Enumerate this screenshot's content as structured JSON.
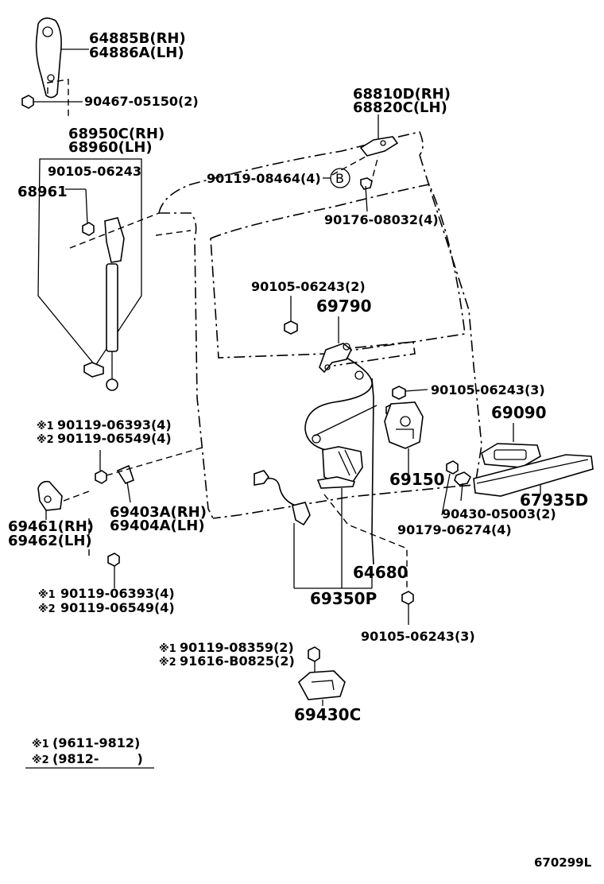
{
  "labels": {
    "hinge_rh": "64885B(RH)",
    "hinge_lh": "64886A(LH)",
    "bolt_hinge": "90467-05150(2)",
    "stay_rh": "68950C(RH)",
    "stay_lh": "68960(LH)",
    "bolt_stay": "90105-06243",
    "stay_num": "68961",
    "hinge2_rh": "68810D(RH)",
    "hinge2_lh": "68820C(LH)",
    "bolt_b": "90119-08464(4)",
    "b_marker": "B",
    "nut_top": "90176-08032(4)",
    "bolt_mid": "90105-06243(2)",
    "lock_top": "69790",
    "bolt_right": "90105-06243(3)",
    "handle": "69090",
    "bump1_sym": "※1",
    "bump1_num": "90119-06393(4)",
    "bump2_sym": "※2",
    "bump2_num": "90119-06549(4)",
    "stop_rh": "69403A(RH)",
    "stop_lh": "69404A(LH)",
    "lock_assy": "69150",
    "garnish": "67935D",
    "clip1": "90430-05003(2)",
    "screw": "90179-06274(4)",
    "lh_rh": "69461(RH)",
    "lh_lh": "69462(LH)",
    "cable": "64680",
    "rod": "69350P",
    "bump3_sym": "※1",
    "bump3_num": "90119-06393(4)",
    "bump4_sym": "※2",
    "bump4_num": "90119-06549(4)",
    "bolt_bottom": "90105-06243(3)",
    "striker1_sym": "※1",
    "striker1_num": "90119-08359(2)",
    "striker2_sym": "※2",
    "striker2_num": "91616-B0825(2)",
    "striker": "69430C",
    "legend1_sym": "※1",
    "legend1_range": "(9611-9812)",
    "legend2_sym": "※2",
    "legend2_range": "(9812-　　　)",
    "drawing_id": "670299L"
  }
}
